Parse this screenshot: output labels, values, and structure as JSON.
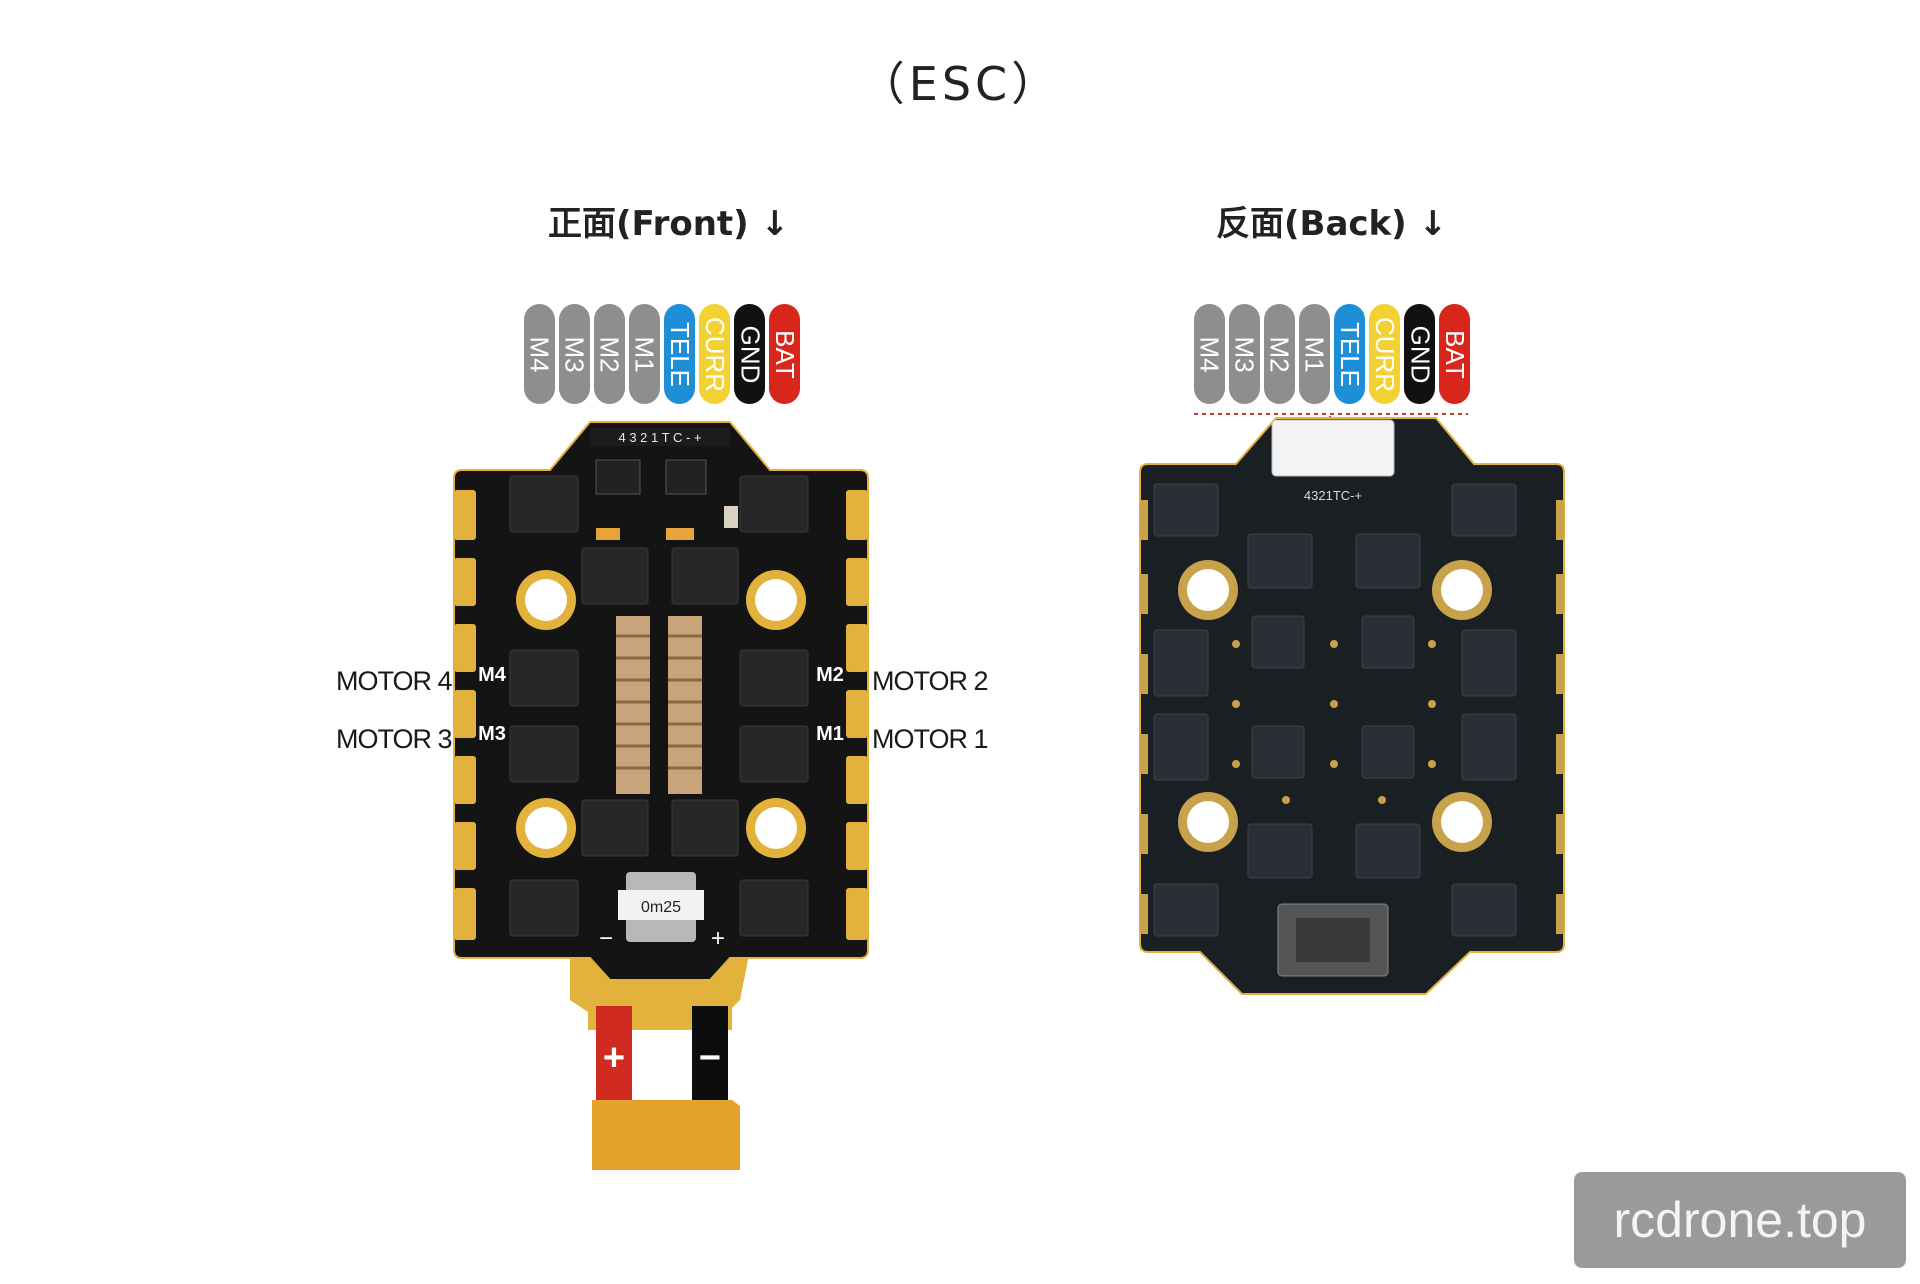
{
  "title": "（ESC）",
  "front": {
    "heading": "正面(Front) ↓",
    "pins": [
      {
        "label": "M4",
        "color": "#8e8e8e",
        "text_color": "#ffffff"
      },
      {
        "label": "M3",
        "color": "#8e8e8e",
        "text_color": "#ffffff"
      },
      {
        "label": "M2",
        "color": "#8e8e8e",
        "text_color": "#ffffff"
      },
      {
        "label": "M1",
        "color": "#8e8e8e",
        "text_color": "#ffffff"
      },
      {
        "label": "TELE",
        "color": "#1e8fd6",
        "text_color": "#ffffff"
      },
      {
        "label": "CURR",
        "color": "#f2d232",
        "text_color": "#ffffff"
      },
      {
        "label": "GND",
        "color": "#111111",
        "text_color": "#ffffff"
      },
      {
        "label": "BAT",
        "color": "#d9261c",
        "text_color": "#ffffff"
      }
    ],
    "connector_labels": "4 3 2 1 T C - +",
    "motor_labels": {
      "motor4": "MOTOR 4",
      "motor3": "MOTOR 3",
      "motor2": "MOTOR 2",
      "motor1": "MOTOR 1"
    },
    "pad_labels": {
      "m4": "M4",
      "m3": "M3",
      "m2": "M2",
      "m1": "M1"
    },
    "power_marks": {
      "minus": "−",
      "plus": "+"
    },
    "shunt_text": "0m25",
    "lead_plus": "+",
    "lead_minus": "−"
  },
  "back": {
    "heading": "反面(Back) ↓",
    "pins": [
      {
        "label": "M4",
        "color": "#8e8e8e",
        "text_color": "#ffffff"
      },
      {
        "label": "M3",
        "color": "#8e8e8e",
        "text_color": "#ffffff"
      },
      {
        "label": "M2",
        "color": "#8e8e8e",
        "text_color": "#ffffff"
      },
      {
        "label": "M1",
        "color": "#8e8e8e",
        "text_color": "#ffffff"
      },
      {
        "label": "TELE",
        "color": "#1e8fd6",
        "text_color": "#ffffff"
      },
      {
        "label": "CURR",
        "color": "#f2d232",
        "text_color": "#ffffff"
      },
      {
        "label": "GND",
        "color": "#111111",
        "text_color": "#ffffff"
      },
      {
        "label": "BAT",
        "color": "#d9261c",
        "text_color": "#ffffff"
      }
    ],
    "connector_labels": "4321TC-+"
  },
  "watermark": "rcdrone.top",
  "colors": {
    "pcb": "#141414",
    "pcb_back": "#1a1f24",
    "gold": "#e3b23c",
    "xt_connector": "#e2a32a",
    "wire_red": "#d02b20",
    "wire_black": "#0d0d0d",
    "pin_grey": "#8e8e8e",
    "dashed_line": "#c0392b"
  }
}
